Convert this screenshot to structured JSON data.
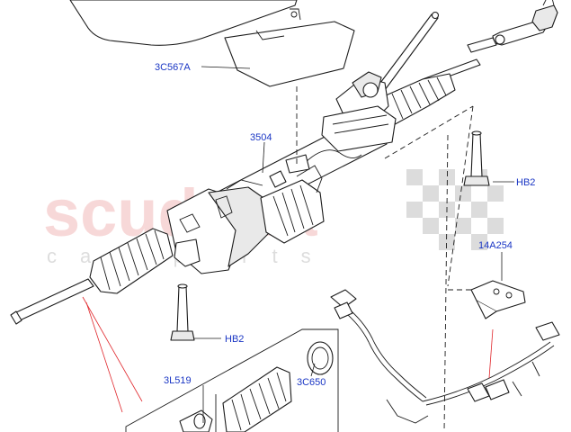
{
  "watermark": {
    "brand": "scuderia",
    "sub": "car parts"
  },
  "labels": {
    "cover_plate": "3C567A",
    "steering_gear": "3504",
    "bolt_right": "HB2",
    "bracket": "14A254",
    "bolt_lower": "HB2",
    "boot_kit": "3L519",
    "seal": "3C650"
  },
  "colors": {
    "label_text": "#1a36c4",
    "leader_red": "#e0262b",
    "watermark_red": "#f2b9b9",
    "line_art": "#1b1b1b"
  }
}
